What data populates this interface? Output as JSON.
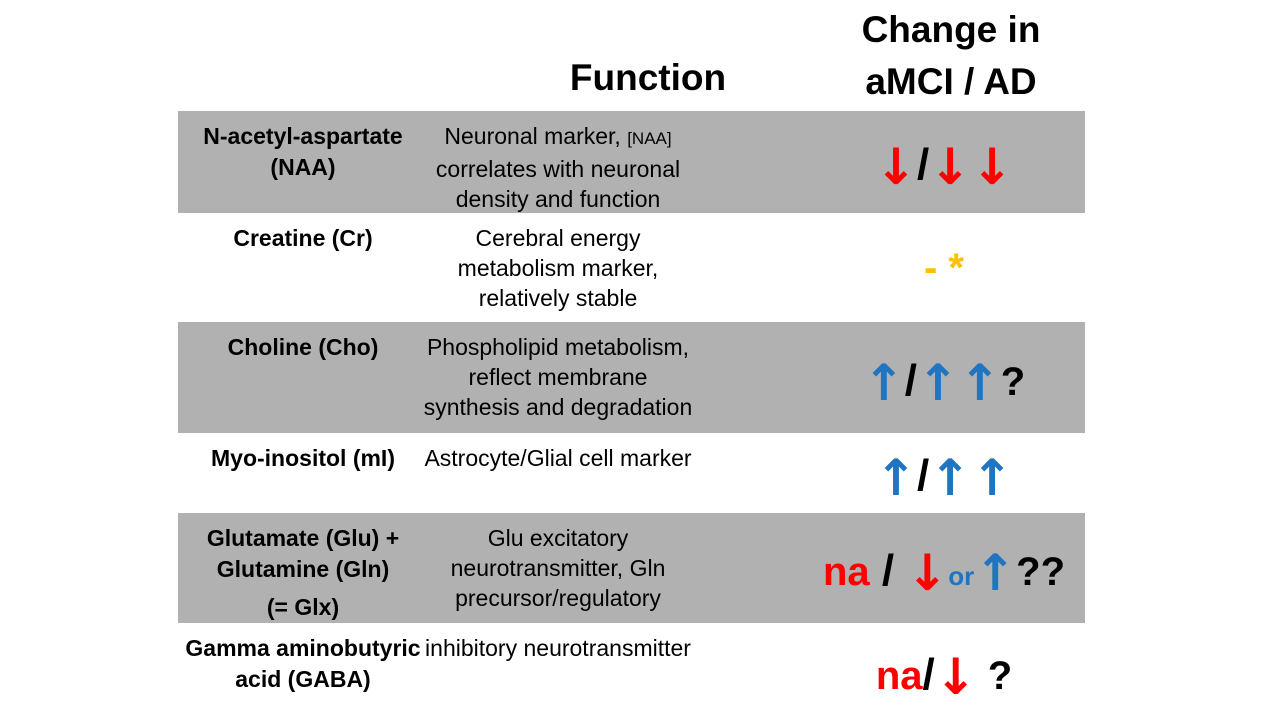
{
  "colors": {
    "row_shade": "#b1b1b1",
    "red": "#fe0000",
    "blue": "#2075c3",
    "gold": "#ffc000",
    "black": "#000000"
  },
  "header": {
    "function_label": "Function",
    "change_label_line1": "Change in",
    "change_label_line2": "aMCI / AD"
  },
  "table": {
    "rows": [
      {
        "metabolite_lines": [
          "N-acetyl-aspartate",
          "(NAA)"
        ],
        "metabolite_sub": null,
        "function_lines": [
          [
            {
              "t": "Neuronal marker, "
            },
            {
              "t": "[NAA]",
              "small": true
            }
          ],
          [
            {
              "t": "correlates with neuronal"
            }
          ],
          [
            {
              "t": "density and function"
            }
          ]
        ],
        "change": [
          {
            "t": "↓",
            "c": "red",
            "k": "arrow"
          },
          {
            "t": "/",
            "c": "black",
            "k": "slash"
          },
          {
            "t": "↓↓",
            "c": "red",
            "k": "arrow"
          }
        ],
        "shaded": true
      },
      {
        "metabolite_lines": [
          "Creatine (Cr)"
        ],
        "metabolite_sub": null,
        "function_lines": [
          [
            {
              "t": "Cerebral energy"
            }
          ],
          [
            {
              "t": "metabolism marker,"
            }
          ],
          [
            {
              "t": "relatively stable"
            }
          ]
        ],
        "change": [
          {
            "t": "- *",
            "c": "gold",
            "k": "base"
          }
        ],
        "shaded": false
      },
      {
        "metabolite_lines": [
          "Choline (Cho)"
        ],
        "metabolite_sub": null,
        "function_lines": [
          [
            {
              "t": "Phospholipid metabolism,"
            }
          ],
          [
            {
              "t": "reflect membrane"
            }
          ],
          [
            {
              "t": "synthesis and degradation"
            }
          ]
        ],
        "change": [
          {
            "t": "↑",
            "c": "blue",
            "k": "arrow"
          },
          {
            "t": "/",
            "c": "black",
            "k": "slash"
          },
          {
            "t": "↑↑",
            "c": "blue",
            "k": "arrow"
          },
          {
            "t": "?",
            "c": "black",
            "k": "base"
          }
        ],
        "shaded": true
      },
      {
        "metabolite_lines": [
          "Myo-inositol (mI)"
        ],
        "metabolite_sub": null,
        "function_lines": [
          [
            {
              "t": "Astrocyte/Glial cell marker"
            }
          ]
        ],
        "change": [
          {
            "t": "↑",
            "c": "blue",
            "k": "arrow"
          },
          {
            "t": "/",
            "c": "black",
            "k": "slash"
          },
          {
            "t": "↑↑",
            "c": "blue",
            "k": "arrow"
          }
        ],
        "shaded": false
      },
      {
        "metabolite_lines": [
          "Glutamate (Glu) +",
          "Glutamine (Gln)"
        ],
        "metabolite_sub": "(= Glx)",
        "function_lines": [
          [
            {
              "t": "Glu excitatory"
            }
          ],
          [
            {
              "t": "neurotransmitter, Gln"
            }
          ],
          [
            {
              "t": "precursor/regulatory"
            }
          ]
        ],
        "change": [
          {
            "t": "na",
            "c": "red",
            "k": "base"
          },
          {
            "t": " / ",
            "c": "black",
            "k": "slash"
          },
          {
            "t": "↓",
            "c": "red",
            "k": "arrow"
          },
          {
            "t": "or",
            "c": "blue",
            "k": "small"
          },
          {
            "t": "↑",
            "c": "blue",
            "k": "arrow"
          },
          {
            "t": "??",
            "c": "black",
            "k": "base"
          }
        ],
        "shaded": true
      },
      {
        "metabolite_lines": [
          "Gamma aminobutyric",
          "acid (GABA)"
        ],
        "metabolite_sub": null,
        "function_lines": [
          [
            {
              "t": "inhibitory neurotransmitter"
            }
          ]
        ],
        "change": [
          {
            "t": "na",
            "c": "red",
            "k": "base"
          },
          {
            "t": "/",
            "c": "black",
            "k": "slash"
          },
          {
            "t": "↓",
            "c": "red",
            "k": "arrow"
          },
          {
            "t": " ?",
            "c": "black",
            "k": "base"
          }
        ],
        "shaded": false
      }
    ]
  }
}
